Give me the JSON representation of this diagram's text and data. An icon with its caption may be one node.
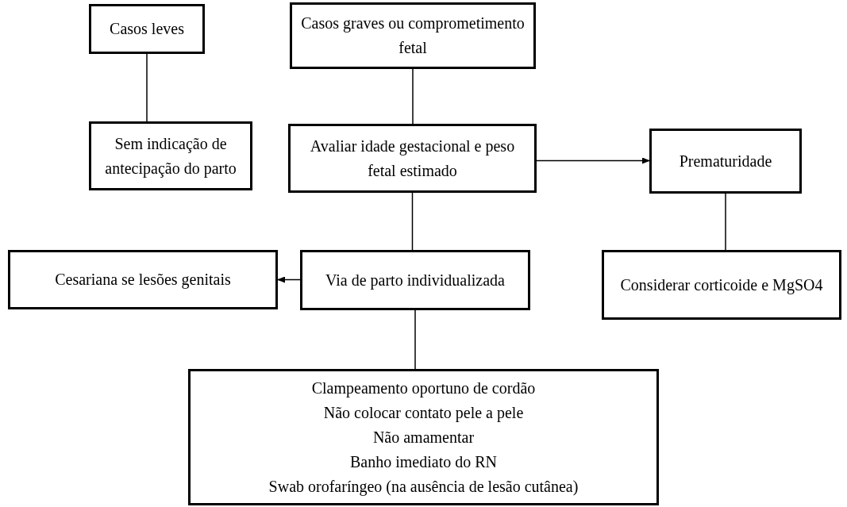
{
  "diagram": {
    "nodes": [
      {
        "text": [
          "Casos leves"
        ]
      },
      {
        "text": [
          "Casos graves ou comprometimento fetal"
        ]
      },
      {
        "text": [
          "Sem indicação de antecipação do parto"
        ]
      },
      {
        "text": [
          "Avaliar idade gestacional e peso fetal estimado"
        ]
      },
      {
        "text": [
          "Prematuridade"
        ]
      },
      {
        "text": [
          "Cesariana se lesões genitais"
        ]
      },
      {
        "text": [
          "Via de parto individualizada"
        ]
      },
      {
        "text": [
          "Considerar corticoide e MgSO4"
        ]
      },
      {
        "text": [
          "Clampeamento oportuno de cordão",
          "Não colocar contato pele a pele",
          "Não amamentar",
          "Banho imediato do RN",
          "Swab orofaríngeo (na ausência de lesão cutânea)"
        ]
      }
    ],
    "edges": [
      {
        "from": 0,
        "to": 2,
        "arrow": "none"
      },
      {
        "from": 1,
        "to": 3,
        "arrow": "none"
      },
      {
        "from": 3,
        "to": 4,
        "arrow": "to"
      },
      {
        "from": 4,
        "to": 7,
        "arrow": "none"
      },
      {
        "from": 3,
        "to": 6,
        "arrow": "none"
      },
      {
        "from": 6,
        "to": 5,
        "arrow": "to"
      },
      {
        "from": 6,
        "to": 8,
        "arrow": "none"
      }
    ]
  }
}
